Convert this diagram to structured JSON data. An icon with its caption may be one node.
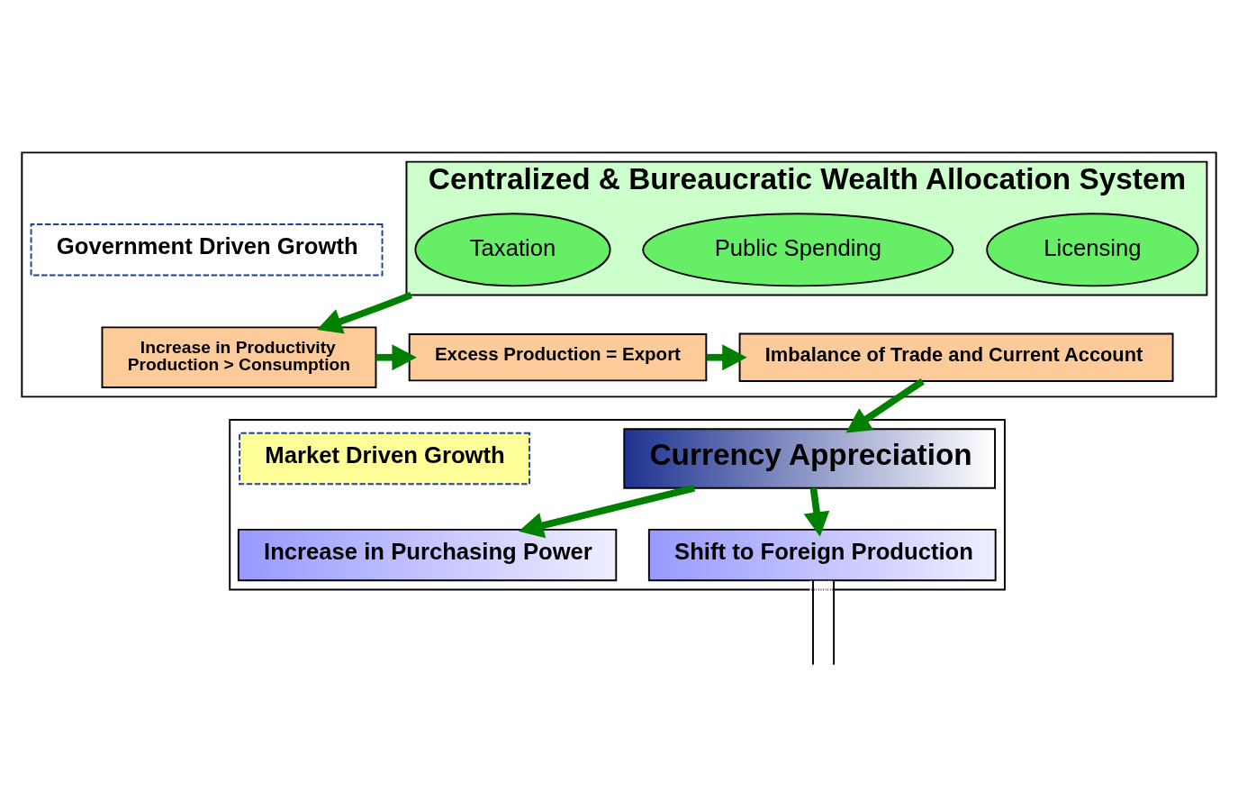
{
  "diagram": {
    "nodes": [
      {
        "text": [],
        "shape": "box"
      },
      {
        "text": [
          "Government Driven Growth"
        ],
        "in": 0
      },
      {
        "text": [
          "Centralized & Bureaucratic Wealth Allocation System"
        ],
        "in": 0
      },
      {
        "text": [
          "Taxation"
        ],
        "in": 2
      },
      {
        "text": [
          "Public Spending"
        ],
        "in": 2
      },
      {
        "text": [
          "Licensing"
        ],
        "in": 2
      },
      {
        "text": [
          "Increase in Productivity",
          "Production > Consumption"
        ],
        "in": 0
      },
      {
        "text": [
          "Excess Production = Export"
        ],
        "in": 0
      },
      {
        "text": [
          "Imbalance of Trade and Current Account"
        ],
        "in": 0
      },
      {
        "text": [],
        "shape": "box"
      },
      {
        "text": [
          "Market Driven Growth"
        ],
        "in": 9
      },
      {
        "text": [
          "Currency Appreciation"
        ],
        "in": 9
      },
      {
        "text": [
          "Increase in Purchasing Power"
        ],
        "in": 9
      },
      {
        "text": [
          "Shift to Foreign Production"
        ],
        "in": 9
      }
    ],
    "edges": [
      {
        "from": 2,
        "to": 6,
        "arrow": "to"
      },
      {
        "from": 6,
        "to": 7,
        "arrow": "to"
      },
      {
        "from": 7,
        "to": 8,
        "arrow": "to"
      },
      {
        "from": 8,
        "to": 11,
        "arrow": "to"
      },
      {
        "from": 11,
        "to": 12,
        "arrow": "to"
      },
      {
        "from": 11,
        "to": 13,
        "arrow": "to"
      },
      {
        "from": 13,
        "to": null,
        "arrow": "none",
        "color": "#ffffff"
      }
    ]
  }
}
